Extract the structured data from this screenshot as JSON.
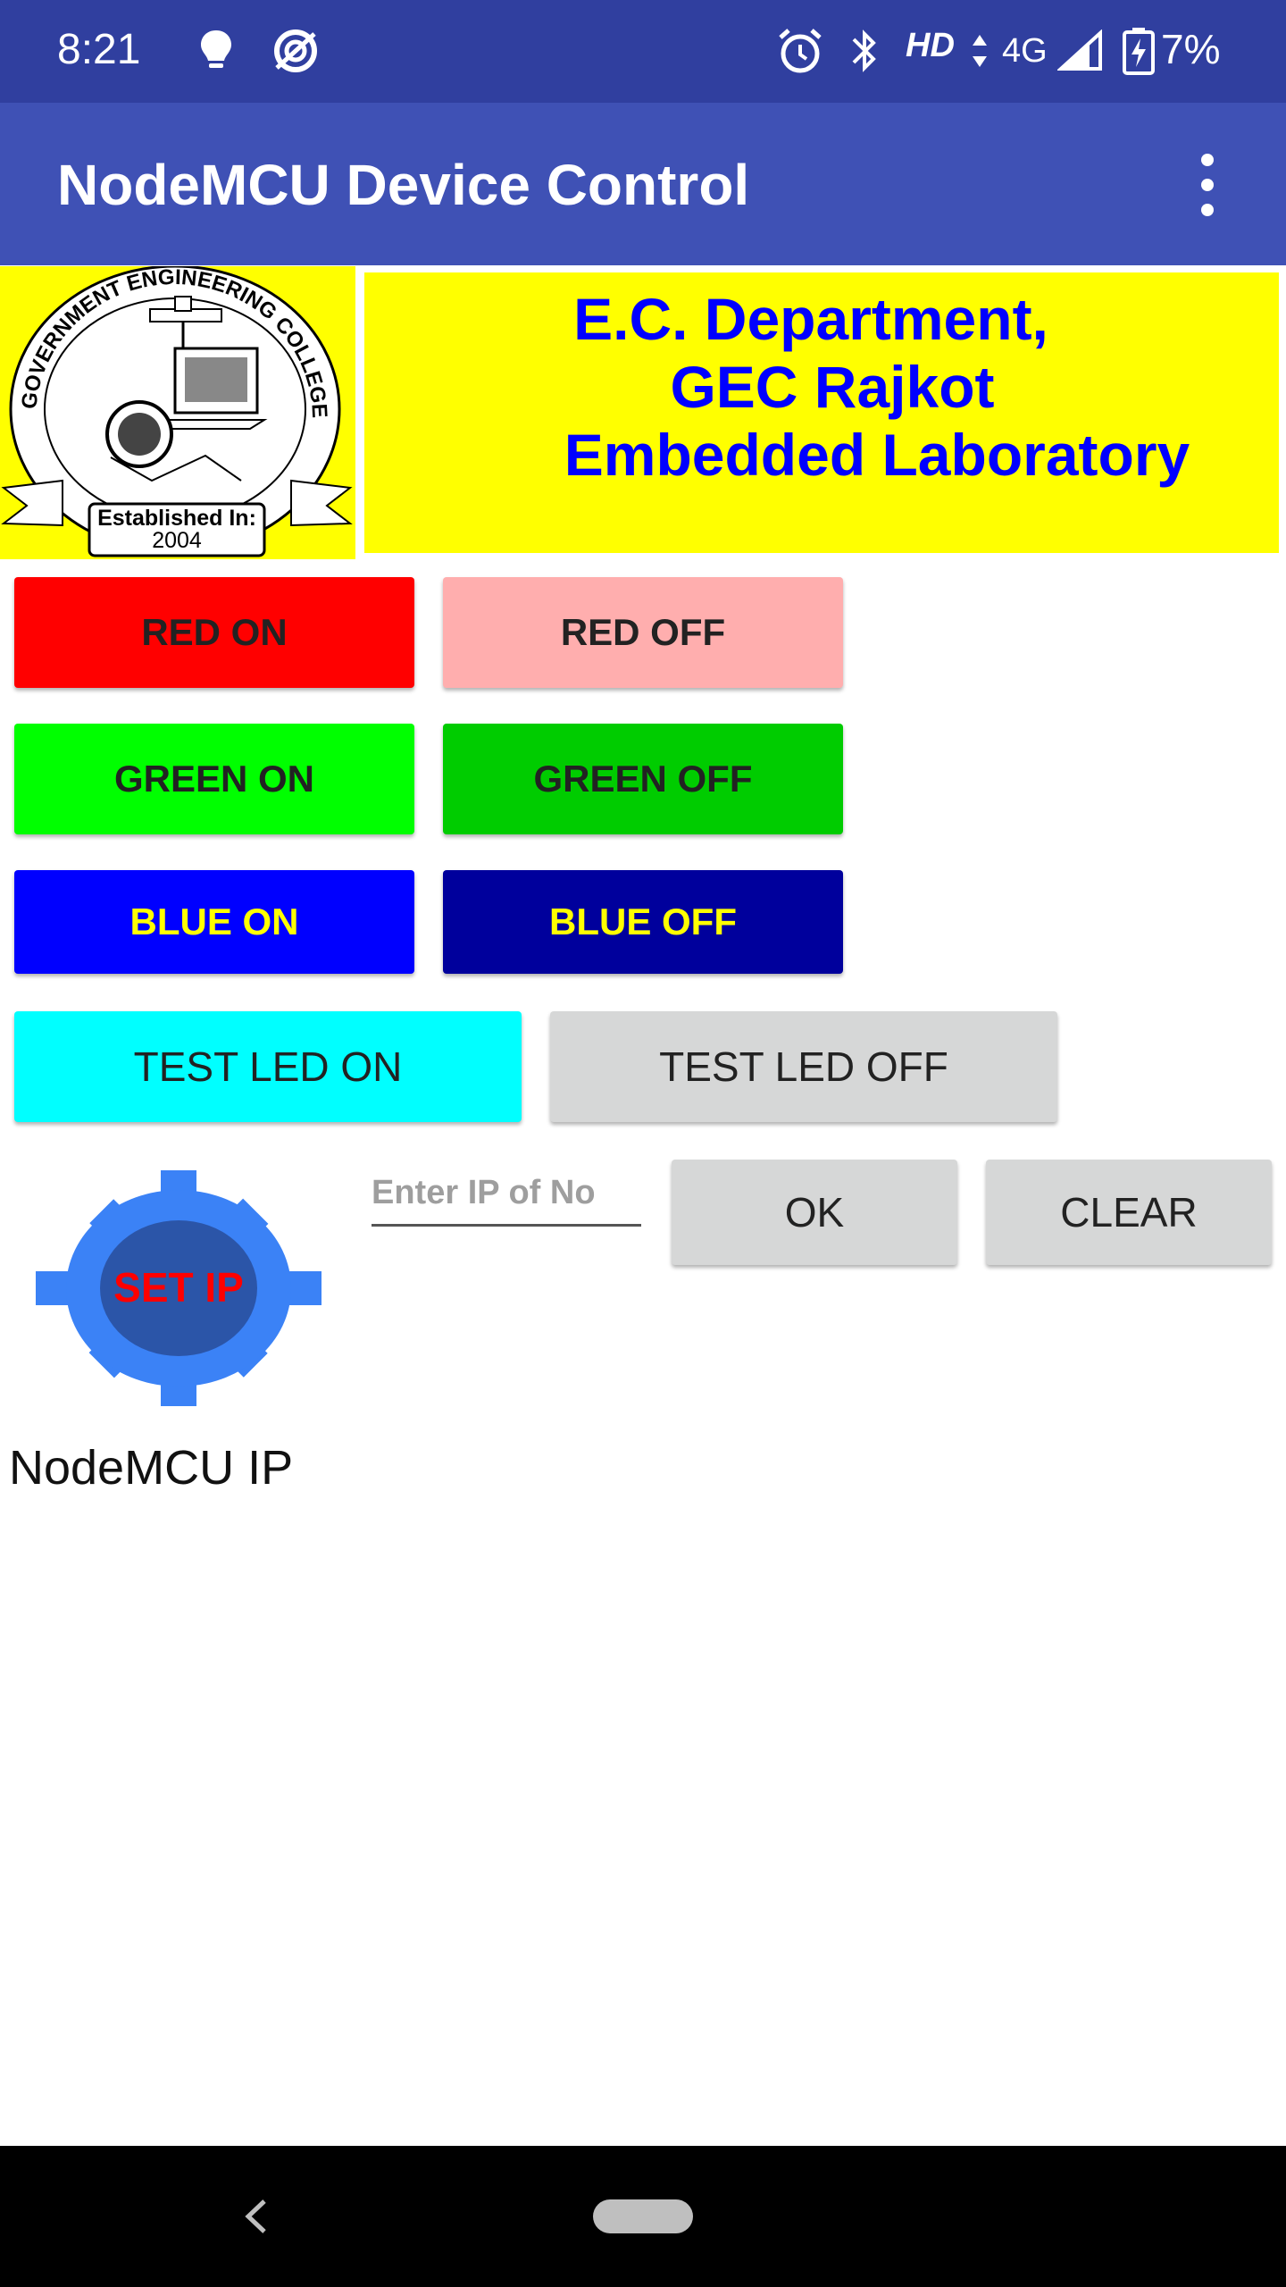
{
  "status_bar": {
    "time": "8:21",
    "hd": "HD",
    "network": "4G",
    "battery_pct": "7%",
    "icons": [
      "lightbulb-icon",
      "hotspot-icon",
      "alarm-icon",
      "bluetooth-icon",
      "data-arrows-icon",
      "signal-icon",
      "battery-charging-icon"
    ]
  },
  "app_bar": {
    "title": "NodeMCU Device Control",
    "menu_icon": "overflow-menu-icon",
    "color": "#3F51B5"
  },
  "header": {
    "logo": {
      "ring_text": "GOVERNMENT ENGINEERING COLLEGE RAJKOT",
      "established_label": "Established In:",
      "established_year": "2004"
    },
    "banner_lines": [
      "E.C. Department,",
      "GEC Rajkot",
      "Embedded Laboratory"
    ],
    "banner_bg": "#ffff00",
    "banner_text_color": "#0000ff"
  },
  "controls": {
    "red_on": "RED ON",
    "red_off": "RED OFF",
    "green_on": "GREEN ON",
    "green_off": "GREEN OFF",
    "blue_on": "BLUE ON",
    "blue_off": "BLUE OFF",
    "test_led_on": "TEST LED ON",
    "test_led_off": "TEST LED OFF"
  },
  "ip_section": {
    "gear_label": "SET IP",
    "input_placeholder": "Enter IP of No",
    "input_value": "",
    "ok_label": "OK",
    "clear_label": "CLEAR",
    "caption": "NodeMCU IP"
  },
  "colors": {
    "red_on": "#ff0000",
    "red_off": "#ffaeae",
    "green_on": "#00ff00",
    "green_off": "#00cc00",
    "blue_on": "#0000ff",
    "blue_off": "#00009c",
    "test_led_on": "#00ffff",
    "test_led_off": "#d6d7d7",
    "gear": "#3b82f6",
    "gear_center": "#2b55a8",
    "gear_text": "#ff0000"
  }
}
